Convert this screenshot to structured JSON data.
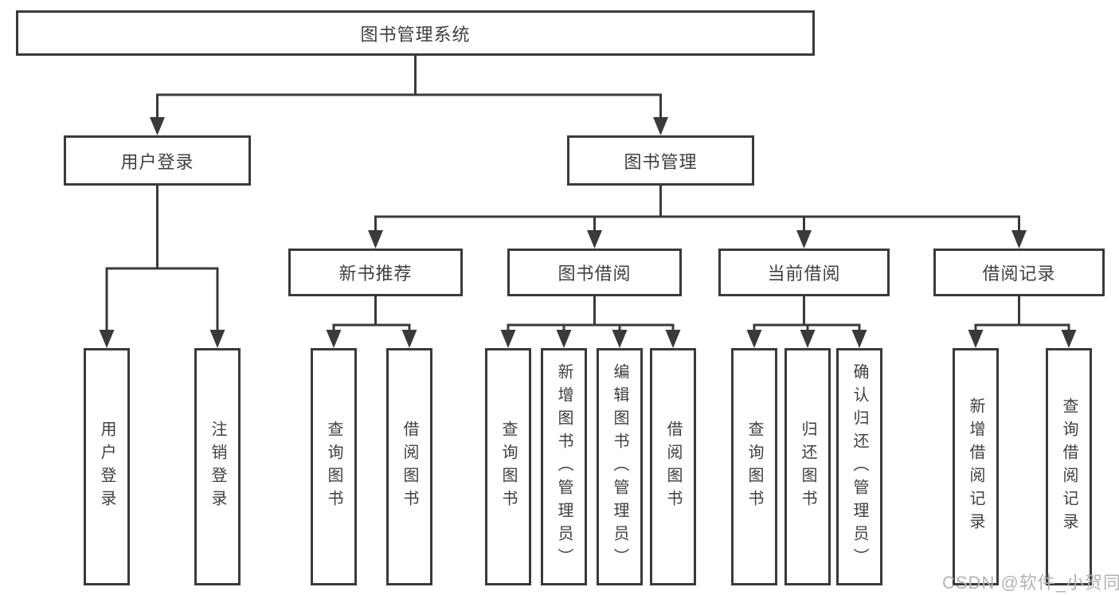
{
  "diagram": {
    "root": {
      "label": "图书管理系统"
    },
    "branches": [
      {
        "label": "用户登录",
        "children": [
          {
            "label": "用户登录"
          },
          {
            "label": "注销登录"
          }
        ]
      },
      {
        "label": "图书管理",
        "children": [
          {
            "label": "新书推荐",
            "children": [
              {
                "label": "查询图书"
              },
              {
                "label": "借阅图书"
              }
            ]
          },
          {
            "label": "图书借阅",
            "children": [
              {
                "label": "查询图书"
              },
              {
                "label": "新增图书（管理员）"
              },
              {
                "label": "编辑图书（管理员）"
              },
              {
                "label": "借阅图书"
              }
            ]
          },
          {
            "label": "当前借阅",
            "children": [
              {
                "label": "查询图书"
              },
              {
                "label": "归还图书"
              },
              {
                "label": "确认归还（管理员）"
              }
            ]
          },
          {
            "label": "借阅记录",
            "children": [
              {
                "label": "新增借阅记录"
              },
              {
                "label": "查询借阅记录"
              }
            ]
          }
        ]
      }
    ],
    "watermark": "CSDN @软件_小贺同学",
    "colors": {
      "line": "#3a3a3a",
      "text": "#3f3f3f",
      "watermark": "#b3b3b3",
      "background": "#ffffff"
    }
  }
}
